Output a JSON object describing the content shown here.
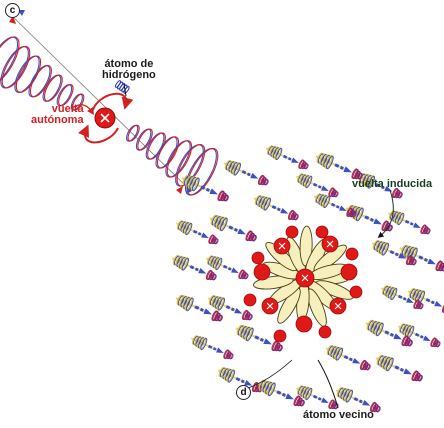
{
  "panels": {
    "c": "c",
    "d": "d"
  },
  "labels": {
    "hydrogen_atom": "átomo de\nhidrógeno",
    "autonomous_spin": "vuelta\nautónoma",
    "induced_spin": "vuelta inducida",
    "neighbor_atom": "átomo vecino"
  },
  "colors": {
    "coil_blue": "#3a4fc8",
    "coil_red": "#d42020",
    "coil_yellow": "#e2c52c",
    "nucleus_red": "#e01818",
    "petal_fill": "#f7efbd",
    "label_green": "#153d22"
  },
  "icons": [
    "arrowhead-icon",
    "nucleus-icon",
    "spring-icon"
  ]
}
